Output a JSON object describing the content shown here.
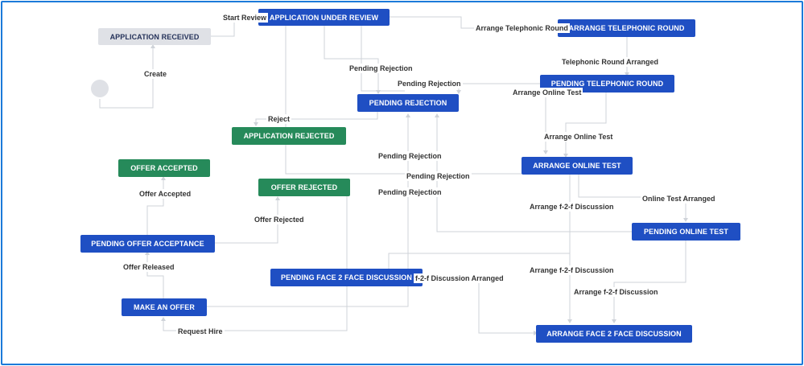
{
  "start_node": {
    "label": ""
  },
  "statuses": {
    "application_received": "APPLICATION RECEIVED",
    "application_under_review": "APPLICATION UNDER REVIEW",
    "arrange_telephonic_round": "ARRANGE TELEPHONIC ROUND",
    "pending_telephonic_round": "PENDING TELEPHONIC ROUND",
    "pending_rejection": "PENDING REJECTION",
    "application_rejected": "APPLICATION REJECTED",
    "offer_accepted": "OFFER ACCEPTED",
    "offer_rejected": "OFFER REJECTED",
    "arrange_online_test": "ARRANGE ONLINE TEST",
    "pending_online_test": "PENDING ONLINE TEST",
    "pending_offer_acceptance": "PENDING OFFER ACCEPTANCE",
    "pending_face_2_face_discussion": "PENDING FACE 2 FACE DISCUSSION",
    "make_an_offer": "MAKE AN OFFER",
    "arrange_face_2_face_discussion": "ARRANGE FACE 2 FACE DISCUSSION"
  },
  "transitions": {
    "start_review": "Start Review",
    "create": "Create",
    "arrange_telephonic_round": "Arrange Telephonic Round",
    "telephonic_round_arranged": "Telephonic Round Arranged",
    "pending_rejection_1": "Pending Rejection",
    "pending_rejection_2": "Pending Rejection",
    "pending_rejection_3": "Pending Rejection",
    "pending_rejection_4": "Pending Rejection",
    "pending_rejection_5": "Pending Rejection",
    "arrange_online_test_1": "Arrange Online Test",
    "arrange_online_test_2": "Arrange Online Test",
    "reject": "Reject",
    "offer_accepted": "Offer Accepted",
    "online_test_arranged": "Online Test Arranged",
    "arrange_f2f_1": "Arrange f-2-f Discussion",
    "arrange_f2f_2": "Arrange f-2-f Discussion",
    "arrange_f2f_3": "Arrange f-2-f Discussion",
    "offer_rejected": "Offer Rejected",
    "offer_released": "Offer Released",
    "f2f_arranged": "f-2-f Discussion Arranged",
    "request_hire": "Request Hire"
  },
  "colors": {
    "status_blue": "#1f4fc3",
    "status_green": "#268a5a",
    "status_grey": "#dfe1e6",
    "frame_border": "#1c7ad9",
    "connector": "#cfd3d9"
  }
}
